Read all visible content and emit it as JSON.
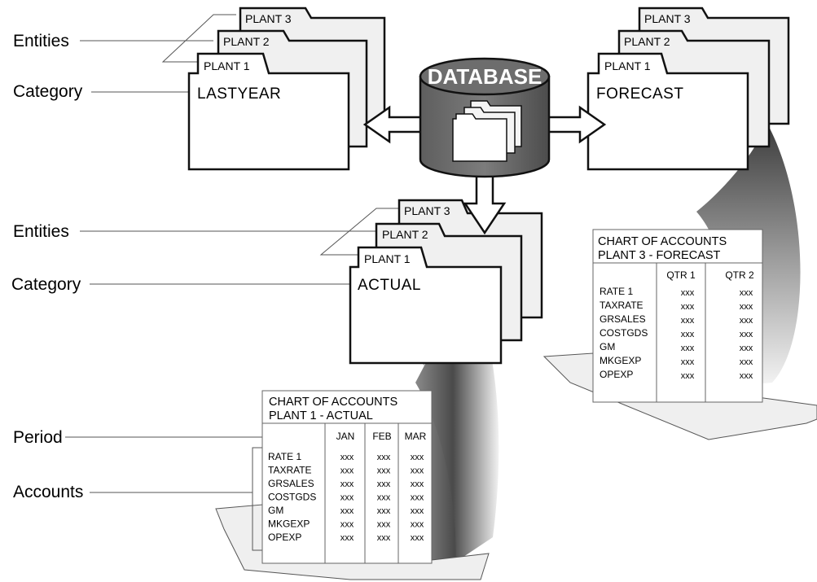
{
  "labels": {
    "entities_top": "Entities",
    "category_top": "Category",
    "entities_mid": "Entities",
    "category_mid": "Category",
    "period": "Period",
    "accounts": "Accounts"
  },
  "database": {
    "label": "DATABASE"
  },
  "folders": {
    "lastyear": {
      "category": "LASTYEAR",
      "tabs": [
        "PLANT 3",
        "PLANT 2",
        "PLANT 1"
      ]
    },
    "forecast": {
      "category": "FORECAST",
      "tabs": [
        "PLANT 3",
        "PLANT 2",
        "PLANT 1"
      ]
    },
    "actual": {
      "category": "ACTUAL",
      "tabs": [
        "PLANT 3",
        "PLANT 2",
        "PLANT 1"
      ]
    }
  },
  "chart_actual": {
    "title1": "CHART OF ACCOUNTS",
    "title2": "PLANT 1 - ACTUAL",
    "columns": [
      "JAN",
      "FEB",
      "MAR"
    ],
    "rows": [
      {
        "account": "RATE 1",
        "values": [
          "xxx",
          "xxx",
          "xxx"
        ]
      },
      {
        "account": "TAXRATE",
        "values": [
          "xxx",
          "xxx",
          "xxx"
        ]
      },
      {
        "account": "GRSALES",
        "values": [
          "xxx",
          "xxx",
          "xxx"
        ]
      },
      {
        "account": "COSTGDS",
        "values": [
          "xxx",
          "xxx",
          "xxx"
        ]
      },
      {
        "account": "GM",
        "values": [
          "xxx",
          "xxx",
          "xxx"
        ]
      },
      {
        "account": "MKGEXP",
        "values": [
          "xxx",
          "xxx",
          "xxx"
        ]
      },
      {
        "account": "OPEXP",
        "values": [
          "xxx",
          "xxx",
          "xxx"
        ]
      }
    ]
  },
  "chart_forecast": {
    "title1": "CHART OF ACCOUNTS",
    "title2": "PLANT 3 - FORECAST",
    "columns": [
      "QTR 1",
      "QTR 2"
    ],
    "rows": [
      {
        "account": "RATE 1",
        "values": [
          "xxx",
          "xxx"
        ]
      },
      {
        "account": "TAXRATE",
        "values": [
          "xxx",
          "xxx"
        ]
      },
      {
        "account": "GRSALES",
        "values": [
          "xxx",
          "xxx"
        ]
      },
      {
        "account": "COSTGDS",
        "values": [
          "xxx",
          "xxx"
        ]
      },
      {
        "account": "GM",
        "values": [
          "xxx",
          "xxx"
        ]
      },
      {
        "account": "MKGEXP",
        "values": [
          "xxx",
          "xxx"
        ]
      },
      {
        "account": "OPEXP",
        "values": [
          "xxx",
          "xxx"
        ]
      }
    ]
  }
}
